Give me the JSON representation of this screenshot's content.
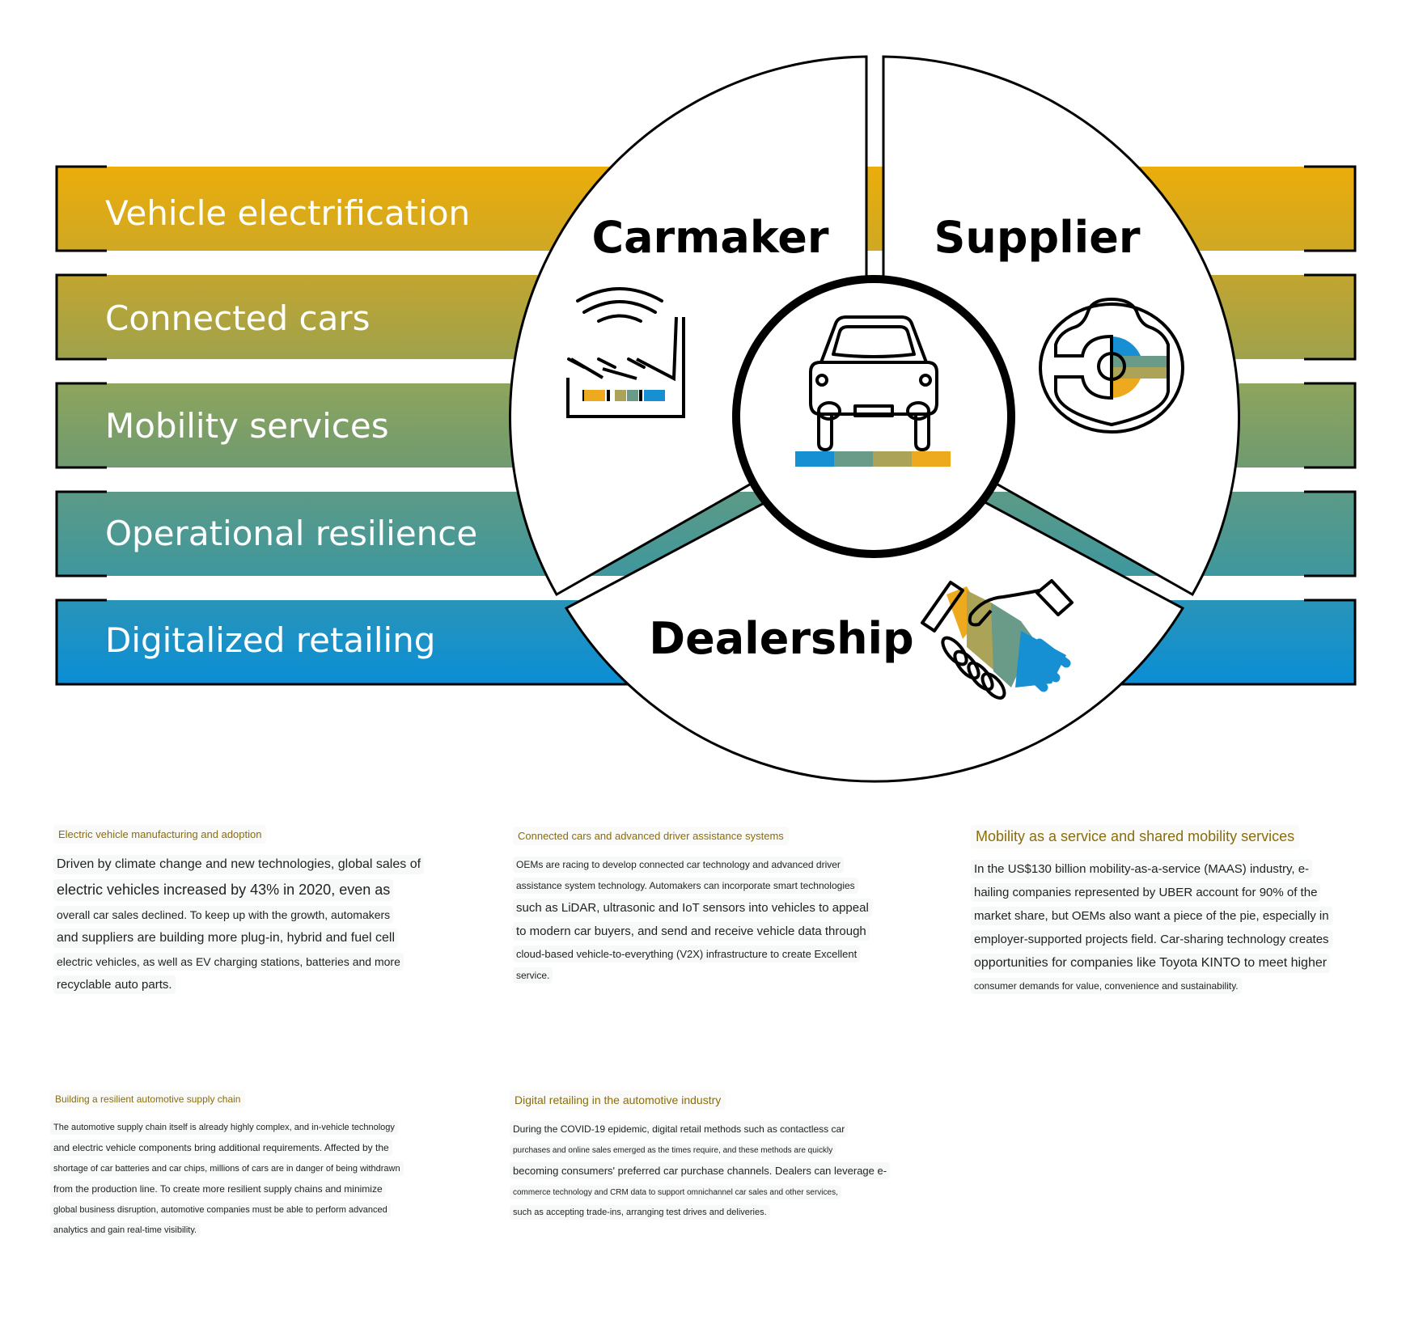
{
  "bands": [
    {
      "label": "Vehicle electrification",
      "color_top": "#ebad0a",
      "color_bottom": "#cfa824"
    },
    {
      "label": "Connected cars",
      "color_top": "#c2a530",
      "color_bottom": "#9ea24c"
    },
    {
      "label": "Mobility services",
      "color_top": "#8ea55c",
      "color_bottom": "#6f9a70"
    },
    {
      "label": "Operational resilience",
      "color_top": "#5d9a86",
      "color_bottom": "#3e979e"
    },
    {
      "label": "Digitalized retailing",
      "color_top": "#2a94b8",
      "color_bottom": "#0a8ed6"
    }
  ],
  "segments": {
    "carmaker": "Carmaker",
    "supplier": "Supplier",
    "dealership": "Dealership"
  },
  "icons": {
    "carmaker": "factory-wifi-icon",
    "supplier": "steering-wheel-icon",
    "dealership": "handshake-icon",
    "center": "car-icon"
  },
  "palette": {
    "blue": "#1690d2",
    "teal": "#6a9a88",
    "olive": "#aba358",
    "gold": "#edaa1f",
    "title_text": "#8a6d0b"
  },
  "cards": [
    {
      "title": "Electric vehicle manufacturing and adoption",
      "lines": [
        "Driven by climate change and new technologies, global sales of",
        "electric vehicles increased by 43% in 2020, even as",
        "overall car sales declined. To keep up with the growth, automakers",
        "and suppliers are building more plug-in, hybrid and fuel cell",
        "electric vehicles, as well as EV charging stations, batteries and more",
        "recyclable auto parts."
      ]
    },
    {
      "title": "Connected cars and advanced driver assistance systems",
      "lines": [
        "OEMs are racing to develop connected car technology and advanced driver",
        "assistance system technology. Automakers can incorporate smart technologies",
        "such as LiDAR, ultrasonic and IoT sensors into vehicles to appeal",
        "to modern car buyers, and send and receive vehicle data through",
        "cloud-based vehicle-to-everything (V2X) infrastructure to create Excellent",
        "service."
      ]
    },
    {
      "title": "Mobility as a service and shared mobility services",
      "lines": [
        "In the US$130 billion mobility-as-a-service (MAAS) industry, e-",
        "hailing companies represented by UBER account for 90% of the",
        "market share, but OEMs also want a piece of the pie, especially in",
        "employer-supported projects field. Car-sharing technology creates",
        "opportunities for companies like Toyota KINTO to meet higher",
        "consumer demands for value, convenience and sustainability."
      ]
    },
    {
      "title": "Building a resilient automotive supply chain",
      "lines": [
        "The automotive supply chain itself is already highly complex, and in-vehicle technology",
        "and electric vehicle components bring additional requirements. Affected by the",
        "shortage of car batteries and car chips, millions of cars are in danger of being withdrawn",
        "from the production line. To create more resilient supply chains and minimize",
        "global business disruption, automotive companies must be able to perform advanced",
        "analytics and gain real-time visibility."
      ]
    },
    {
      "title": "Digital retailing in the automotive industry",
      "lines": [
        "During the COVID-19 epidemic, digital retail methods such as contactless car",
        "purchases and online sales emerged as the times require, and these methods are quickly",
        "becoming consumers' preferred car purchase channels. Dealers can leverage e-",
        "commerce technology and CRM data to support omnichannel car sales and other services,",
        "such as accepting trade-ins, arranging test drives and deliveries."
      ]
    }
  ]
}
